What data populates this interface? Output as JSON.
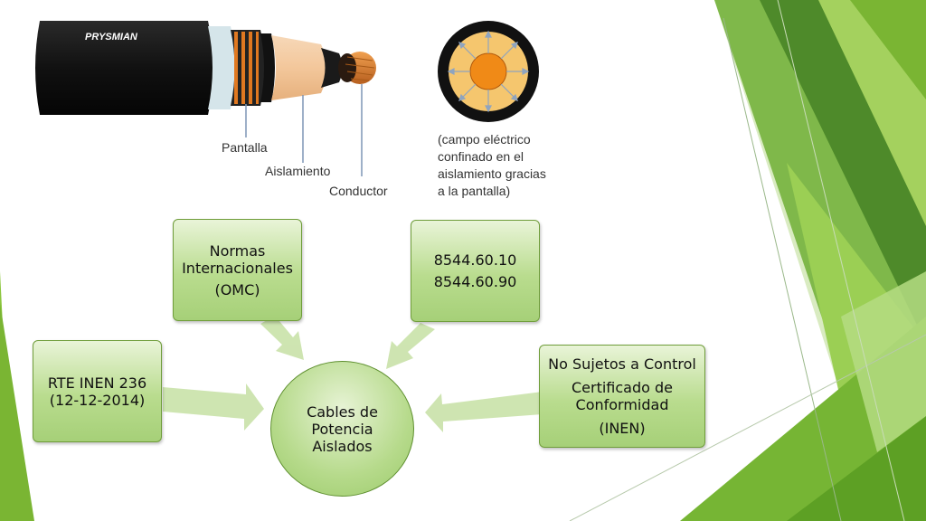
{
  "cable": {
    "brand": "PRYSMIAN",
    "labels": {
      "pantalla": "Pantalla",
      "aislamiento": "Aislamiento",
      "conductor": "Conductor"
    }
  },
  "field_note": {
    "lines": [
      "(campo eléctrico",
      "confinado en el",
      "aislamiento gracias",
      "a la pantalla)"
    ]
  },
  "diagram": {
    "center": {
      "lines": [
        "Cables de",
        "Potencia",
        "Aislados"
      ]
    },
    "normas": {
      "line1": "Normas",
      "line2": "Internacionales",
      "line3": "(OMC)"
    },
    "codes": {
      "line1": "8544.60.10",
      "line2": "8544.60.90"
    },
    "rte": {
      "line1": "RTE INEN 236",
      "line2": "(12-12-2014)"
    },
    "control": {
      "line1": "No Sujetos a Control",
      "line2": "Certificado de",
      "line3": "Conformidad",
      "line4": "(INEN)"
    }
  },
  "colors": {
    "accent_green": "#8cc63e",
    "dark_green": "#4e8a2a",
    "box_border": "#6f9d3a"
  }
}
